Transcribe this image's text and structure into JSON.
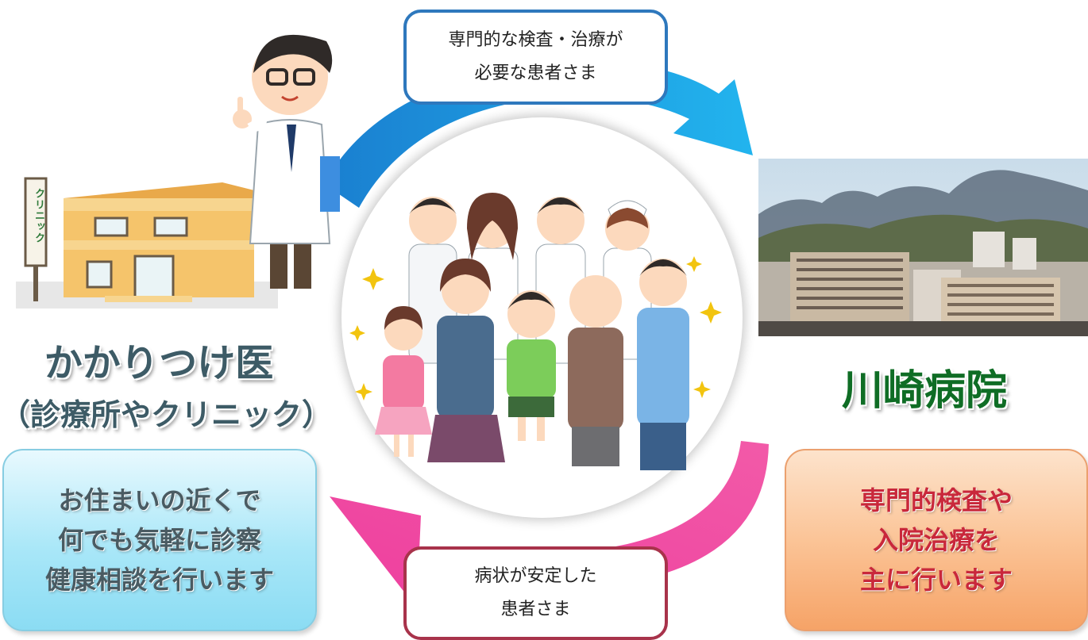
{
  "callout_top": {
    "line1": "専門的な検査・治療が",
    "line2": "必要な患者さま"
  },
  "callout_bottom": {
    "line1": "病状が安定した",
    "line2": "患者さま"
  },
  "left": {
    "title": "かかりつけ医",
    "subtitle": "（診療所やクリニック）",
    "clinic_sign": "クリニック",
    "description": [
      "お住まいの近くで",
      "何でも気軽に診察",
      "健康相談を行います"
    ]
  },
  "right": {
    "title": "川崎病院",
    "description": [
      "専門的検査や",
      "入院治療を",
      "主に行います"
    ]
  },
  "colors": {
    "arrow_blue": "#1aa3e0",
    "arrow_pink": "#ef4fa6",
    "left_title": "#3d5b66",
    "right_title": "#0f6d25",
    "right_desc": "#c9283b"
  }
}
